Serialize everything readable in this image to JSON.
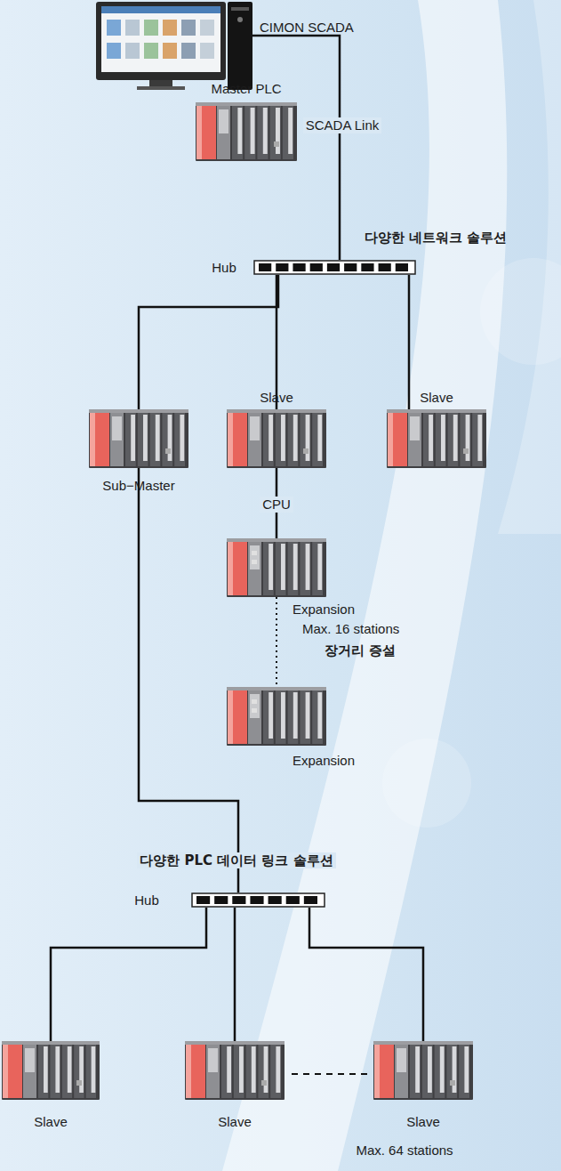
{
  "diagram": {
    "nodes": [
      {
        "text": [
          "CIMON SCADA"
        ]
      },
      {
        "text": [
          "Master PLC"
        ]
      },
      {
        "text": [
          "Hub"
        ]
      },
      {
        "text": [
          "Sub−Master"
        ]
      },
      {
        "text": [
          "Slave",
          "CPU"
        ]
      },
      {
        "text": [
          "Slave"
        ]
      },
      {
        "text": [
          "Expansion"
        ]
      },
      {
        "text": [
          "Expansion"
        ]
      },
      {
        "text": [
          "Hub"
        ]
      },
      {
        "text": [
          "Slave"
        ]
      },
      {
        "text": [
          "Slave"
        ]
      },
      {
        "text": [
          "Slave"
        ]
      }
    ],
    "edges": [
      {
        "from": 0,
        "to": 2,
        "arrow": "none",
        "label": "SCADA Link"
      },
      {
        "from": 2,
        "to": 3,
        "arrow": "none"
      },
      {
        "from": 2,
        "to": 4,
        "arrow": "none"
      },
      {
        "from": 2,
        "to": 5,
        "arrow": "none"
      },
      {
        "from": 4,
        "to": 6,
        "arrow": "none"
      },
      {
        "from": 6,
        "to": 7,
        "arrow": "none"
      },
      {
        "from": 3,
        "to": 8,
        "arrow": "none"
      },
      {
        "from": 8,
        "to": 9,
        "arrow": "none"
      },
      {
        "from": 8,
        "to": 10,
        "arrow": "none"
      },
      {
        "from": 8,
        "to": 11,
        "arrow": "none"
      }
    ],
    "labels": [
      "다양한 네트워크 솔루션",
      "Max. 16 stations",
      "장거리 증설",
      "다양한 PLC 데이터 링크 솔루션",
      "Max. 64 stations"
    ]
  }
}
